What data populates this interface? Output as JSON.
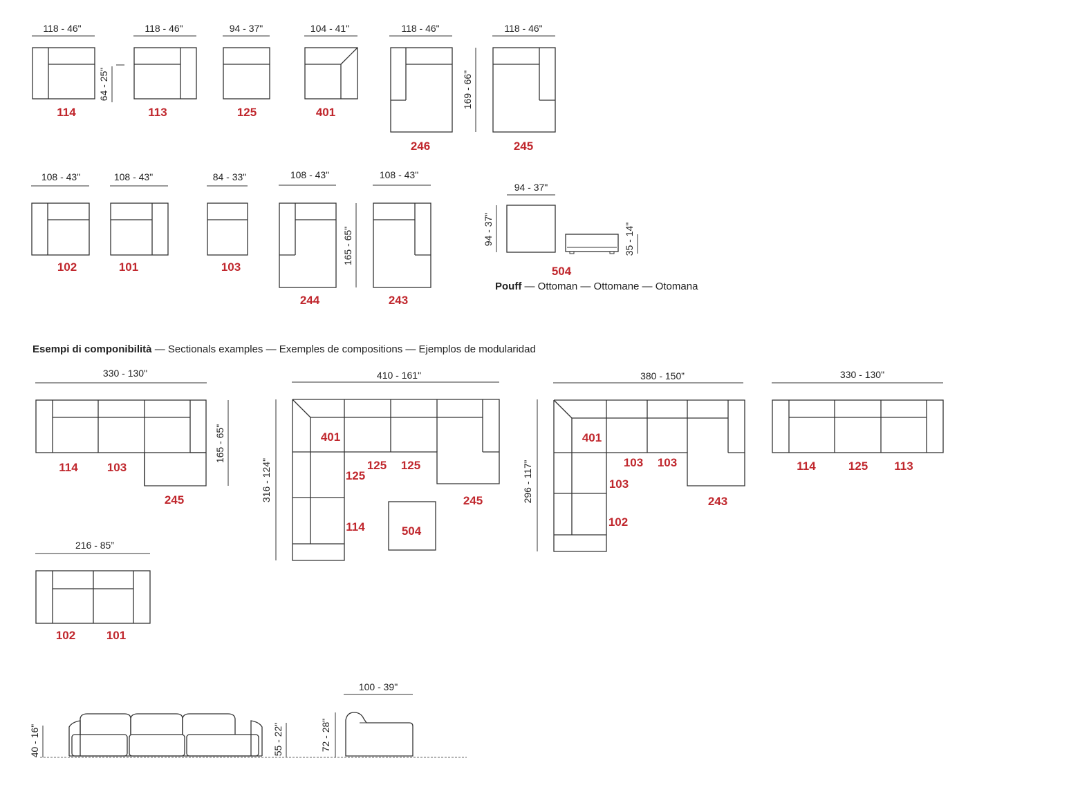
{
  "modules_row1": {
    "m114": {
      "code": "114",
      "width": "118 - 46\""
    },
    "m113": {
      "code": "113",
      "width": "118 - 46\""
    },
    "m125": {
      "code": "125",
      "width": "94 - 37\""
    },
    "m401": {
      "code": "401",
      "width": "104 - 41\""
    },
    "m246": {
      "code": "246",
      "width": "118 - 46\""
    },
    "m245": {
      "code": "245",
      "width": "118 - 46\""
    },
    "depth_seat": "64 - 25\"",
    "depth_chaise": "169 - 66\""
  },
  "modules_row2": {
    "m102": {
      "code": "102",
      "width": "108 - 43\""
    },
    "m101": {
      "code": "101",
      "width": "108 - 43\""
    },
    "m103": {
      "code": "103",
      "width": "84 - 33\""
    },
    "m244": {
      "code": "244",
      "width": "108 - 43\""
    },
    "m243": {
      "code": "243",
      "width": "108 - 43\""
    },
    "depth_chaise": "165 - 65\""
  },
  "ottoman": {
    "code": "504",
    "width": "94 - 37\"",
    "depth": "94 - 37\"",
    "height": "35 - 14\"",
    "caption_bold": "Pouff",
    "caption_rest": " — Ottoman — Ottomane — Otomana"
  },
  "examples_heading": {
    "bold": "Esempi di componibilità",
    "rest": " — Sectionals examples — Exemples de compositions — Ejemplos de modularidad"
  },
  "example1": {
    "width": "330 - 130\"",
    "depth": "165 - 65\"",
    "codes": [
      "114",
      "103",
      "245"
    ]
  },
  "example2": {
    "width": "410 - 161\"",
    "depth": "316 - 124\"",
    "codes": [
      "401",
      "125",
      "125",
      "125",
      "114",
      "504",
      "245"
    ]
  },
  "example3": {
    "width": "380 - 150”",
    "depth": "296 - 117”",
    "codes": [
      "401",
      "103",
      "103",
      "103",
      "102",
      "243"
    ]
  },
  "example4": {
    "width": "330 - 130\"",
    "codes": [
      "114",
      "125",
      "113"
    ]
  },
  "example5": {
    "width": "216 - 85”",
    "codes": [
      "102",
      "101"
    ]
  },
  "elevations": {
    "seat_height": "40 - 16\"",
    "arm_height": "55 - 22\"",
    "back_height": "72 - 28\"",
    "side_depth": "100 - 39\""
  }
}
